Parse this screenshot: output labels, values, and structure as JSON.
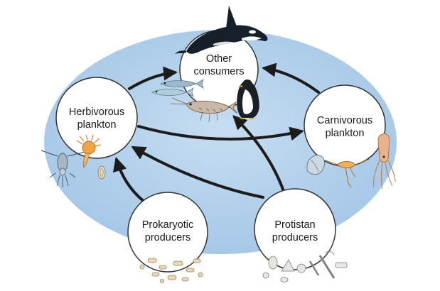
{
  "nodes": {
    "other_consumers": {
      "line1": "Other",
      "line2": "consumers"
    },
    "herbivorous_plankton": {
      "line1": "Herbivorous",
      "line2": "plankton"
    },
    "carnivorous_plankton": {
      "line1": "Carnivorous",
      "line2": "plankton"
    },
    "prokaryotic_producers": {
      "line1": "Prokaryotic",
      "line2": "producers"
    },
    "protistan_producers": {
      "line1": "Protistan",
      "line2": "producers"
    }
  },
  "edges": [
    {
      "from": "herbivorous_plankton",
      "to": "other_consumers"
    },
    {
      "from": "carnivorous_plankton",
      "to": "other_consumers"
    },
    {
      "from": "herbivorous_plankton",
      "to": "carnivorous_plankton"
    },
    {
      "from": "prokaryotic_producers",
      "to": "herbivorous_plankton"
    },
    {
      "from": "protistan_producers",
      "to": "herbivorous_plankton"
    },
    {
      "from": "protistan_producers",
      "to": "other_consumers"
    }
  ],
  "colors": {
    "ocean": "#a9cbe8",
    "ocean_center": "#c6ddf1",
    "node_fill": "#ffffff",
    "node_stroke": "#333333",
    "arrow": "#1c1c1c"
  },
  "icons": [
    "orca-icon",
    "penguin-icon",
    "krill-icon",
    "fish-icon",
    "copepod-icon",
    "jellyfish-icon",
    "squid-icon",
    "diatom-icon",
    "bacteria-icon"
  ]
}
